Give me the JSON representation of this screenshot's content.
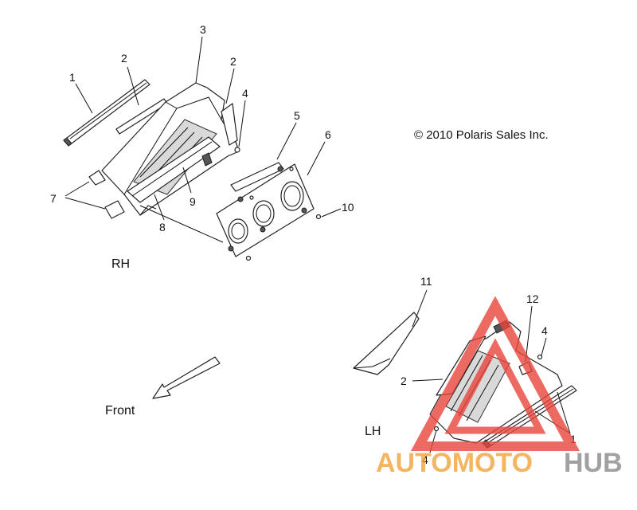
{
  "copyright": "© 2010 Polaris Sales Inc.",
  "labels": {
    "rh": "RH",
    "lh": "LH",
    "front": "Front"
  },
  "callouts_rh": [
    "1",
    "2",
    "3",
    "2",
    "4",
    "5",
    "6",
    "7",
    "8",
    "9",
    "10"
  ],
  "callouts_lh": [
    "11",
    "12",
    "4",
    "2",
    "1",
    "4"
  ],
  "watermark": {
    "part1": "AUTOMOTO",
    "part2": "HUB",
    "color_primary": "#f2a33a",
    "color_secondary": "#8a8a8a",
    "triangle_color": "#e8453c"
  }
}
